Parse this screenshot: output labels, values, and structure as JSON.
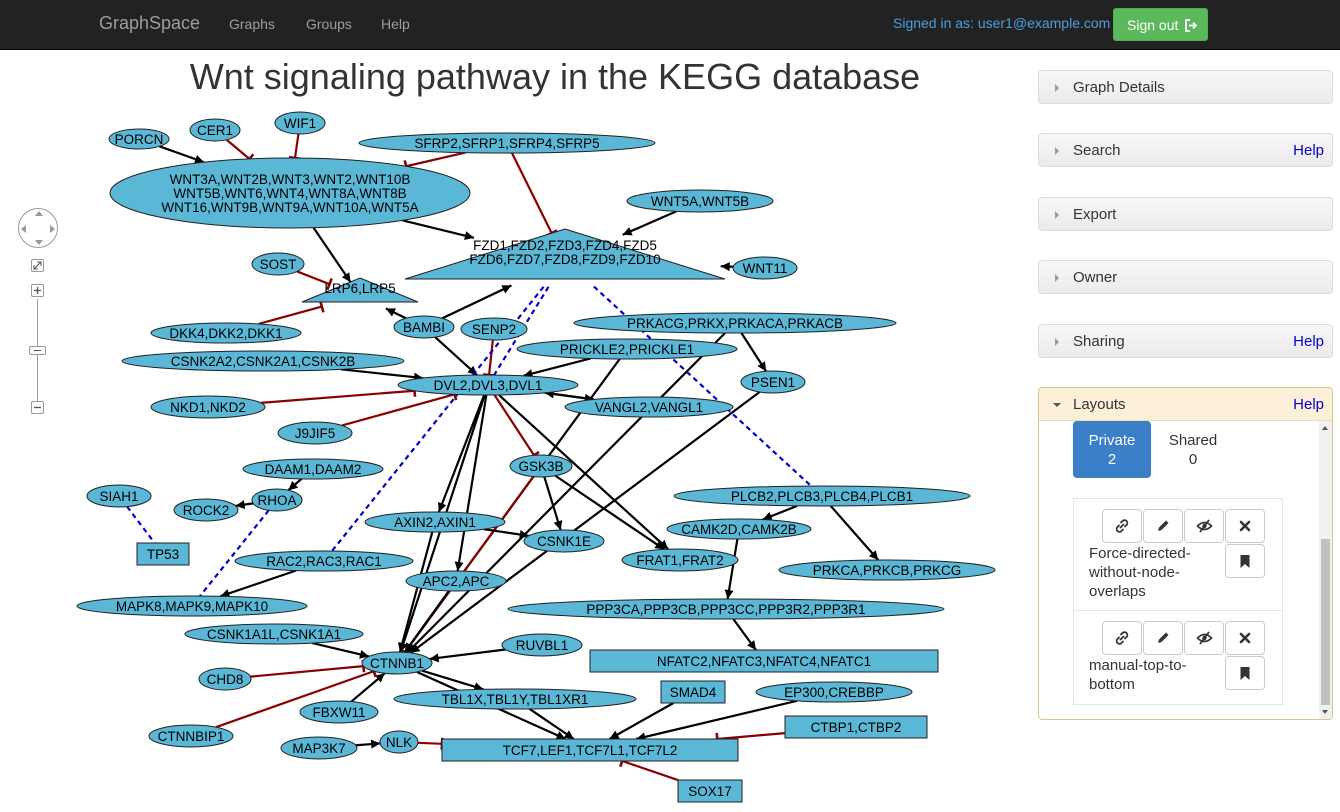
{
  "navbar": {
    "brand": "GraphSpace",
    "links": [
      "Graphs",
      "Groups",
      "Help"
    ],
    "signed_in": "Signed in as: user1@example.com",
    "signout_label": "Sign out"
  },
  "graph": {
    "title": "Wnt signaling pathway in the KEGG database",
    "node_color": "#5bb7d6",
    "edge_colors": {
      "activation": "#000000",
      "inhibition": "#8b0000",
      "binding": "#0000cc"
    },
    "nodes": [
      {
        "id": "PORCN",
        "label": "PORCN",
        "shape": "ellipse"
      },
      {
        "id": "CER1",
        "label": "CER1",
        "shape": "ellipse"
      },
      {
        "id": "WIF1",
        "label": "WIF1",
        "shape": "ellipse"
      },
      {
        "id": "SFRP",
        "label": "SFRP2,SFRP1,SFRP4,SFRP5",
        "shape": "ellipse"
      },
      {
        "id": "WNT",
        "label": "WNT3A,WNT2B,WNT3,WNT2,WNT10B\nWNT5B,WNT6,WNT4,WNT8A,WNT8B\nWNT16,WNT9B,WNT9A,WNT10A,WNT5A",
        "shape": "ellipse"
      },
      {
        "id": "WNT5A",
        "label": "WNT5A,WNT5B",
        "shape": "ellipse"
      },
      {
        "id": "FZD",
        "label": "FZD1,FZD2,FZD3,FZD4,FZD5\nFZD6,FZD7,FZD8,FZD9,FZD10",
        "shape": "triangle"
      },
      {
        "id": "WNT11",
        "label": "WNT11",
        "shape": "ellipse"
      },
      {
        "id": "SOST",
        "label": "SOST",
        "shape": "ellipse"
      },
      {
        "id": "LRP",
        "label": "LRP6,LRP5",
        "shape": "triangle"
      },
      {
        "id": "DKK",
        "label": "DKK4,DKK2,DKK1",
        "shape": "ellipse"
      },
      {
        "id": "BAMBI",
        "label": "BAMBI",
        "shape": "ellipse"
      },
      {
        "id": "SENP2",
        "label": "SENP2",
        "shape": "ellipse"
      },
      {
        "id": "PRKAC",
        "label": "PRKACG,PRKX,PRKACA,PRKACB",
        "shape": "ellipse"
      },
      {
        "id": "CSNK2",
        "label": "CSNK2A2,CSNK2A1,CSNK2B",
        "shape": "ellipse"
      },
      {
        "id": "PRICKLE",
        "label": "PRICKLE2,PRICKLE1",
        "shape": "ellipse"
      },
      {
        "id": "PSEN1",
        "label": "PSEN1",
        "shape": "ellipse"
      },
      {
        "id": "DVL",
        "label": "DVL2,DVL3,DVL1",
        "shape": "ellipse"
      },
      {
        "id": "NKD",
        "label": "NKD1,NKD2",
        "shape": "ellipse"
      },
      {
        "id": "VANGL",
        "label": "VANGL2,VANGL1",
        "shape": "ellipse"
      },
      {
        "id": "J9JIF5",
        "label": "J9JIF5",
        "shape": "ellipse"
      },
      {
        "id": "GSK3B",
        "label": "GSK3B",
        "shape": "ellipse"
      },
      {
        "id": "DAAM",
        "label": "DAAM1,DAAM2",
        "shape": "ellipse"
      },
      {
        "id": "SIAH1",
        "label": "SIAH1",
        "shape": "ellipse"
      },
      {
        "id": "RHOA",
        "label": "RHOA",
        "shape": "ellipse"
      },
      {
        "id": "ROCK2",
        "label": "ROCK2",
        "shape": "ellipse"
      },
      {
        "id": "PLCB",
        "label": "PLCB2,PLCB3,PLCB4,PLCB1",
        "shape": "ellipse"
      },
      {
        "id": "TP53",
        "label": "TP53",
        "shape": "rect"
      },
      {
        "id": "AXIN",
        "label": "AXIN2,AXIN1",
        "shape": "ellipse"
      },
      {
        "id": "CSNK1E",
        "label": "CSNK1E",
        "shape": "ellipse"
      },
      {
        "id": "CAMK2",
        "label": "CAMK2D,CAMK2B",
        "shape": "ellipse"
      },
      {
        "id": "RAC",
        "label": "RAC2,RAC3,RAC1",
        "shape": "ellipse"
      },
      {
        "id": "FRAT",
        "label": "FRAT1,FRAT2",
        "shape": "ellipse"
      },
      {
        "id": "PRKC",
        "label": "PRKCA,PRKCB,PRKCG",
        "shape": "ellipse"
      },
      {
        "id": "APC",
        "label": "APC2,APC",
        "shape": "ellipse"
      },
      {
        "id": "MAPK",
        "label": "MAPK8,MAPK9,MAPK10",
        "shape": "ellipse"
      },
      {
        "id": "PPP3",
        "label": "PPP3CA,PPP3CB,PPP3CC,PPP3R2,PPP3R1",
        "shape": "ellipse"
      },
      {
        "id": "CSNK1A",
        "label": "CSNK1A1L,CSNK1A1",
        "shape": "ellipse"
      },
      {
        "id": "RUVBL1",
        "label": "RUVBL1",
        "shape": "ellipse"
      },
      {
        "id": "NFATC",
        "label": "NFATC2,NFATC3,NFATC4,NFATC1",
        "shape": "rect"
      },
      {
        "id": "CHD8",
        "label": "CHD8",
        "shape": "ellipse"
      },
      {
        "id": "CTNNB1",
        "label": "CTNNB1",
        "shape": "ellipse"
      },
      {
        "id": "SMAD4",
        "label": "SMAD4",
        "shape": "rect"
      },
      {
        "id": "EP300",
        "label": "EP300,CREBBP",
        "shape": "ellipse"
      },
      {
        "id": "TBL1X",
        "label": "TBL1X,TBL1Y,TBL1XR1",
        "shape": "ellipse"
      },
      {
        "id": "FBXW11",
        "label": "FBXW11",
        "shape": "ellipse"
      },
      {
        "id": "CTBP",
        "label": "CTBP1,CTBP2",
        "shape": "rect"
      },
      {
        "id": "CTNNBIP1",
        "label": "CTNNBIP1",
        "shape": "ellipse"
      },
      {
        "id": "MAP3K7",
        "label": "MAP3K7",
        "shape": "ellipse"
      },
      {
        "id": "NLK",
        "label": "NLK",
        "shape": "ellipse"
      },
      {
        "id": "TCF",
        "label": "TCF7,LEF1,TCF7L1,TCF7L2",
        "shape": "rect"
      },
      {
        "id": "SOX17",
        "label": "SOX17",
        "shape": "rect"
      }
    ],
    "edges": [
      {
        "s": "PORCN",
        "t": "WNT",
        "type": "activation"
      },
      {
        "s": "CER1",
        "t": "WNT",
        "type": "inhibition"
      },
      {
        "s": "WIF1",
        "t": "WNT",
        "type": "inhibition"
      },
      {
        "s": "SFRP",
        "t": "WNT",
        "type": "inhibition"
      },
      {
        "s": "SFRP",
        "t": "FZD",
        "type": "inhibition"
      },
      {
        "s": "WNT",
        "t": "LRP",
        "type": "activation"
      },
      {
        "s": "WNT",
        "t": "FZD",
        "type": "activation"
      },
      {
        "s": "WNT5A",
        "t": "FZD",
        "type": "activation"
      },
      {
        "s": "WNT11",
        "t": "FZD",
        "type": "activation"
      },
      {
        "s": "SOST",
        "t": "LRP",
        "type": "inhibition"
      },
      {
        "s": "DKK",
        "t": "LRP",
        "type": "inhibition"
      },
      {
        "s": "BAMBI",
        "t": "LRP",
        "type": "activation"
      },
      {
        "s": "BAMBI",
        "t": "FZD",
        "type": "activation"
      },
      {
        "s": "BAMBI",
        "t": "DVL",
        "type": "activation"
      },
      {
        "s": "SENP2",
        "t": "DVL",
        "type": "inhibition"
      },
      {
        "s": "CSNK2",
        "t": "DVL",
        "type": "activation"
      },
      {
        "s": "NKD",
        "t": "DVL",
        "type": "inhibition"
      },
      {
        "s": "J9JIF5",
        "t": "DVL",
        "type": "inhibition"
      },
      {
        "s": "FZD",
        "t": "DVL",
        "type": "binding"
      },
      {
        "s": "FZD",
        "t": "PLCB",
        "type": "binding"
      },
      {
        "s": "DVL",
        "t": "GSK3B",
        "type": "inhibition"
      },
      {
        "s": "DVL",
        "t": "VANGL",
        "type": "activation"
      },
      {
        "s": "DVL",
        "t": "FRAT",
        "type": "activation"
      },
      {
        "s": "DVL",
        "t": "CTNNB1",
        "type": "activation"
      },
      {
        "s": "DVL",
        "t": "APC",
        "type": "activation"
      },
      {
        "s": "DVL",
        "t": "AXIN",
        "type": "activation"
      },
      {
        "s": "PRKAC",
        "t": "PSEN1",
        "type": "activation"
      },
      {
        "s": "PRKAC",
        "t": "CTNNB1",
        "type": "activation"
      },
      {
        "s": "PRICKLE",
        "t": "DVL",
        "type": "activation"
      },
      {
        "s": "PRICKLE",
        "t": "CTNNB1",
        "type": "activation"
      },
      {
        "s": "PSEN1",
        "t": "CTNNB1",
        "type": "activation"
      },
      {
        "s": "VANGL",
        "t": "DVL",
        "type": "activation"
      },
      {
        "s": "GSK3B",
        "t": "CTNNB1",
        "type": "inhibition"
      },
      {
        "s": "GSK3B",
        "t": "FRAT",
        "type": "activation"
      },
      {
        "s": "GSK3B",
        "t": "CSNK1E",
        "type": "activation"
      },
      {
        "s": "DAAM",
        "t": "RHOA",
        "type": "activation"
      },
      {
        "s": "RHOA",
        "t": "ROCK2",
        "type": "activation"
      },
      {
        "s": "RHOA",
        "t": "MAPK",
        "type": "binding"
      },
      {
        "s": "SIAH1",
        "t": "TP53",
        "type": "binding"
      },
      {
        "s": "FZD",
        "t": "RAC",
        "type": "binding"
      },
      {
        "s": "RAC",
        "t": "MAPK",
        "type": "activation"
      },
      {
        "s": "AXIN",
        "t": "CTNNB1",
        "type": "activation"
      },
      {
        "s": "AXIN",
        "t": "CSNK1E",
        "type": "activation"
      },
      {
        "s": "APC",
        "t": "CTNNB1",
        "type": "activation"
      },
      {
        "s": "CSNK1A",
        "t": "CTNNB1",
        "type": "activation"
      },
      {
        "s": "PLCB",
        "t": "CAMK2",
        "type": "activation"
      },
      {
        "s": "PLCB",
        "t": "PRKC",
        "type": "activation"
      },
      {
        "s": "CAMK2",
        "t": "PPP3",
        "type": "activation"
      },
      {
        "s": "PPP3",
        "t": "NFATC",
        "type": "activation"
      },
      {
        "s": "CHD8",
        "t": "CTNNB1",
        "type": "inhibition"
      },
      {
        "s": "FBXW11",
        "t": "CTNNB1",
        "type": "activation"
      },
      {
        "s": "RUVBL1",
        "t": "CTNNB1",
        "type": "activation"
      },
      {
        "s": "CTNNB1",
        "t": "TCF",
        "type": "activation"
      },
      {
        "s": "CTNNB1",
        "t": "TBL1X",
        "type": "activation"
      },
      {
        "s": "CTNNBIP1",
        "t": "CTNNB1",
        "type": "inhibition"
      },
      {
        "s": "SMAD4",
        "t": "TCF",
        "type": "activation"
      },
      {
        "s": "EP300",
        "t": "TCF",
        "type": "activation"
      },
      {
        "s": "CTBP",
        "t": "TCF",
        "type": "inhibition"
      },
      {
        "s": "MAP3K7",
        "t": "NLK",
        "type": "activation"
      },
      {
        "s": "NLK",
        "t": "TCF",
        "type": "inhibition"
      },
      {
        "s": "SOX17",
        "t": "TCF",
        "type": "inhibition"
      },
      {
        "s": "TBL1X",
        "t": "TCF",
        "type": "activation"
      }
    ]
  },
  "panels": [
    {
      "id": "graph-details",
      "title": "Graph Details",
      "help": ""
    },
    {
      "id": "search",
      "title": "Search",
      "help": "Help"
    },
    {
      "id": "export",
      "title": "Export",
      "help": ""
    },
    {
      "id": "owner",
      "title": "Owner",
      "help": ""
    },
    {
      "id": "sharing",
      "title": "Sharing",
      "help": "Help"
    }
  ],
  "layouts": {
    "title": "Layouts",
    "help": "Help",
    "private_label": "Private",
    "private_count": "2",
    "shared_label": "Shared",
    "shared_count": "0",
    "items": [
      {
        "name": "Force-directed-without-node-overlaps"
      },
      {
        "name": "manual-top-to-bottom"
      }
    ]
  }
}
